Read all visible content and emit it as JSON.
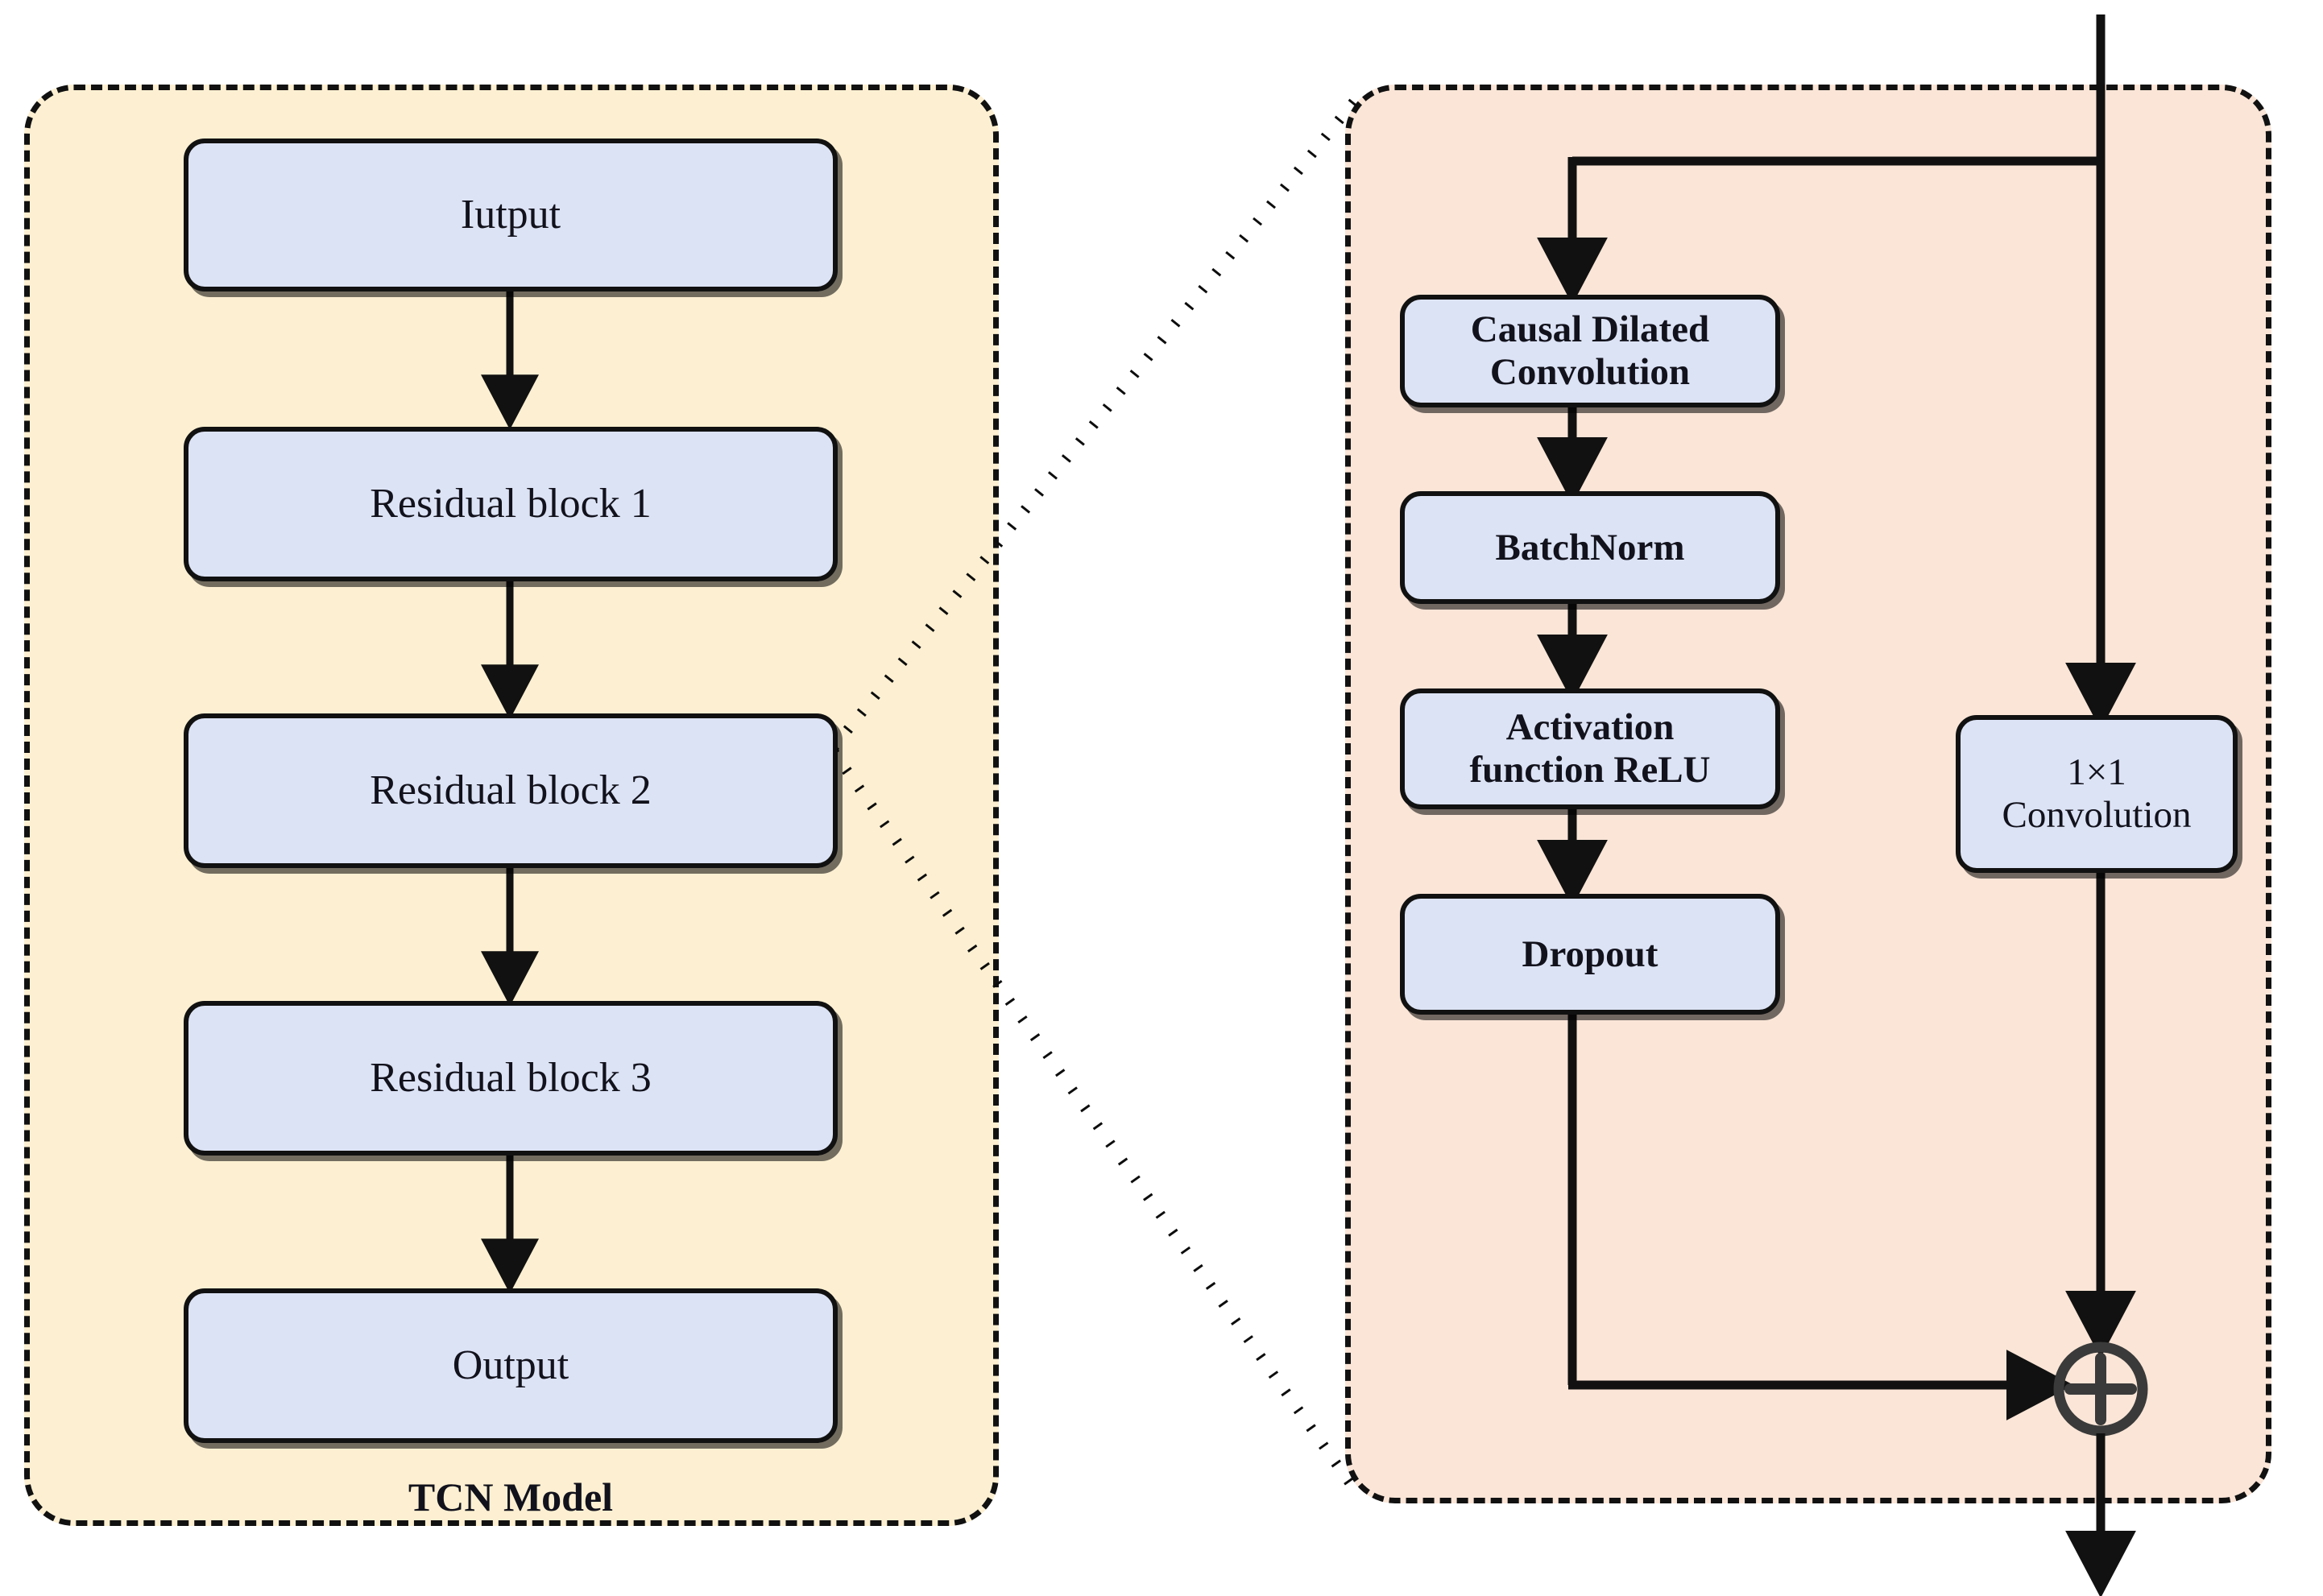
{
  "figure": {
    "type": "block-diagram",
    "title": "TCN Model architecture with residual block detail",
    "colors": {
      "left_panel_fill": "#fdf0d2",
      "right_panel_fill": "#fae5d7",
      "node_fill": "#dce3f5",
      "stroke": "#111111",
      "plus_stroke": "#3a3a3a",
      "background": "#ffffff"
    }
  },
  "left_panel": {
    "caption": "TCN Model",
    "nodes": [
      {
        "id": "input",
        "label": "Iutput"
      },
      {
        "id": "res1",
        "label": "Residual block 1"
      },
      {
        "id": "res2",
        "label": "Residual block 2"
      },
      {
        "id": "res3",
        "label": "Residual block 3"
      },
      {
        "id": "output",
        "label": "Output"
      }
    ],
    "flow": [
      "input",
      "res1",
      "res2",
      "res3",
      "output"
    ]
  },
  "right_panel": {
    "caption": "",
    "nodes": [
      {
        "id": "causal",
        "label": "Causal Dilated\nConvolution",
        "line1": "Causal Dilated",
        "line2": "Convolution"
      },
      {
        "id": "batchnorm",
        "label": "BatchNorm"
      },
      {
        "id": "relu",
        "label": "Activation\nfunction ReLU",
        "line1": "Activation",
        "line2": "function ReLU"
      },
      {
        "id": "dropout",
        "label": "Dropout"
      },
      {
        "id": "conv1x1",
        "label": "1×1\nConvolution",
        "line1": "1×1",
        "line2": "Convolution"
      }
    ],
    "add_operator": "+",
    "main_path": [
      "causal",
      "batchnorm",
      "relu",
      "dropout",
      "add"
    ],
    "skip_path": [
      "conv1x1",
      "add"
    ]
  },
  "zoom_connector": {
    "source_node": "res2",
    "target_panel": "right_panel",
    "style": "dotted"
  }
}
